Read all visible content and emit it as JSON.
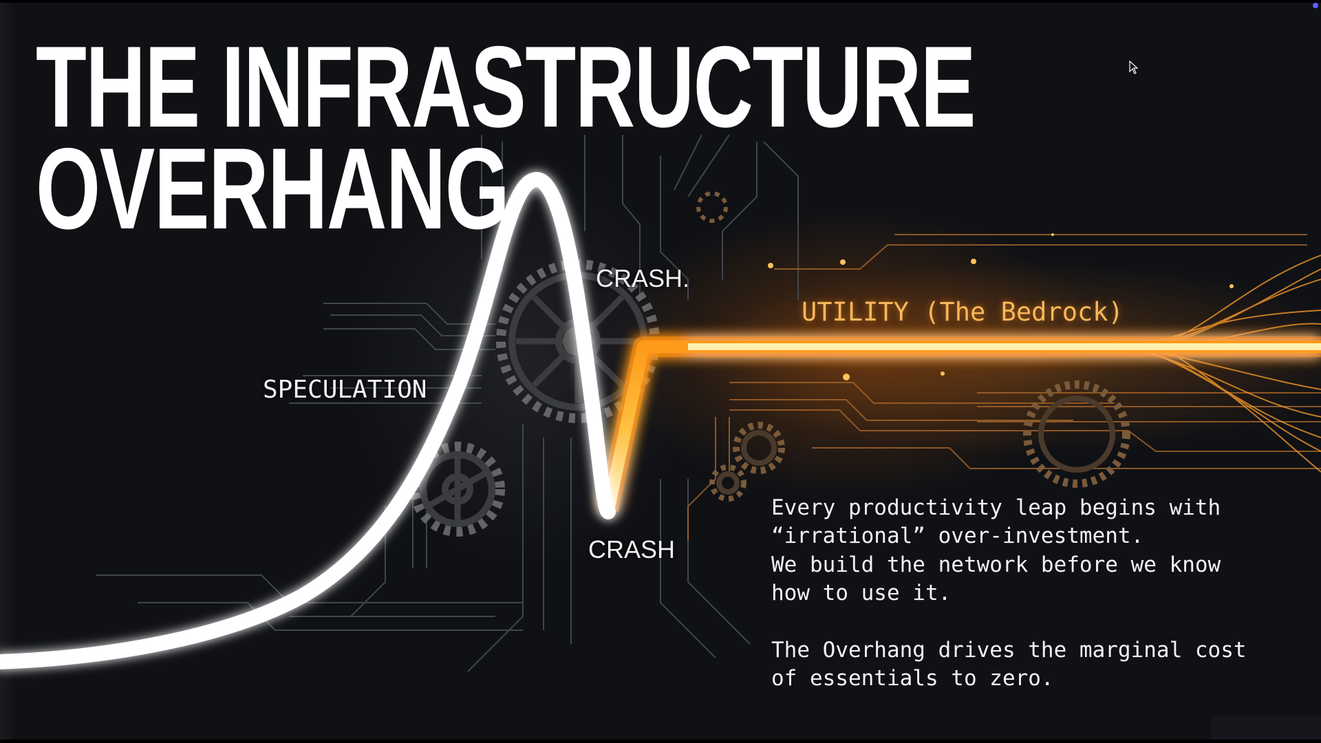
{
  "slide": {
    "title_lines": [
      "THE INFRASTRUCTURE",
      "OVERHANG"
    ],
    "labels": {
      "speculation": "SPECULATION",
      "crash_top": "CRASH.",
      "crash_bottom": "CRASH",
      "utility": "UTILITY (The Bedrock)"
    },
    "body": {
      "paragraph_1": [
        "Every productivity leap begins with",
        "“irrational” over-investment.",
        "We build the network before we know",
        "how to use it."
      ],
      "paragraph_2": [
        "The Overhang drives the marginal cost",
        "of essentials to zero."
      ]
    },
    "icons": {
      "cursor": "mouse-pointer-icon",
      "gears": "gear-icon",
      "status_dot": "status-dot-icon"
    },
    "colors": {
      "background": "#0f1115",
      "curve_white": "#ffffff",
      "bedrock_orange": "#ffb030",
      "utility_label": "#f7b75a",
      "text": "#f2f2f2",
      "status_dot": "#6060ff"
    }
  }
}
